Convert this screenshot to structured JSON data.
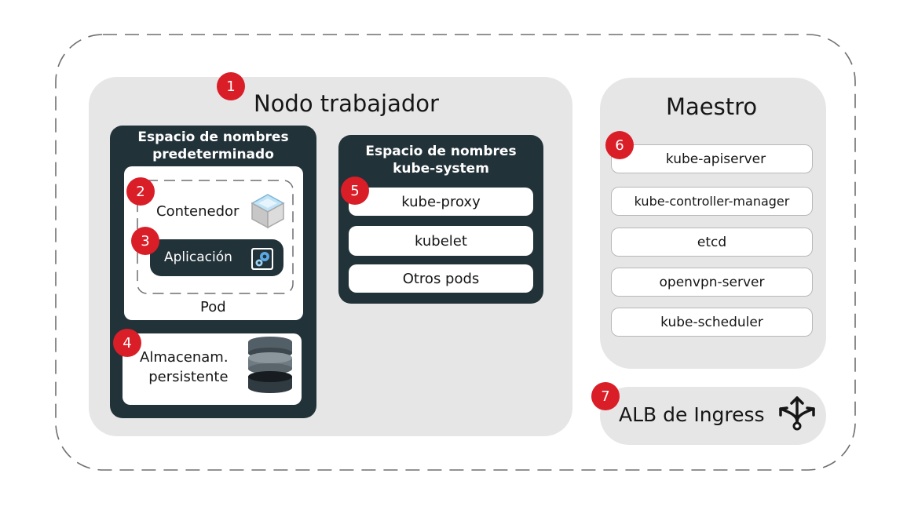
{
  "worker_node": {
    "badge": "1",
    "title": "Nodo trabajador",
    "default_namespace": {
      "title_line1": "Espacio de nombres",
      "title_line2": "predeterminado",
      "pod": {
        "label": "Pod",
        "container": {
          "badge": "2",
          "label": "Contenedor",
          "icon": "container-cube-icon"
        },
        "app": {
          "badge": "3",
          "label": "Aplicación",
          "icon": "gear-app-icon"
        }
      },
      "storage": {
        "badge": "4",
        "label_line1": "Almacenam.",
        "label_line2": "persistente",
        "icon": "database-icon"
      }
    },
    "kube_system": {
      "badge": "5",
      "title_line1": "Espacio de nombres",
      "title_line2": "kube-system",
      "items": [
        "kube-proxy",
        "kubelet",
        "Otros pods"
      ]
    }
  },
  "master": {
    "title": "Maestro",
    "badge": "6",
    "items": [
      "kube-apiserver",
      "kube-controller-manager",
      "etcd",
      "openvpn-server",
      "kube-scheduler"
    ]
  },
  "ingress": {
    "badge": "7",
    "label": "ALB de Ingress",
    "icon": "ingress-arrows-icon"
  },
  "colors": {
    "badge": "#da1e28",
    "dark_box": "#223239",
    "panel": "#e6e6e6"
  }
}
